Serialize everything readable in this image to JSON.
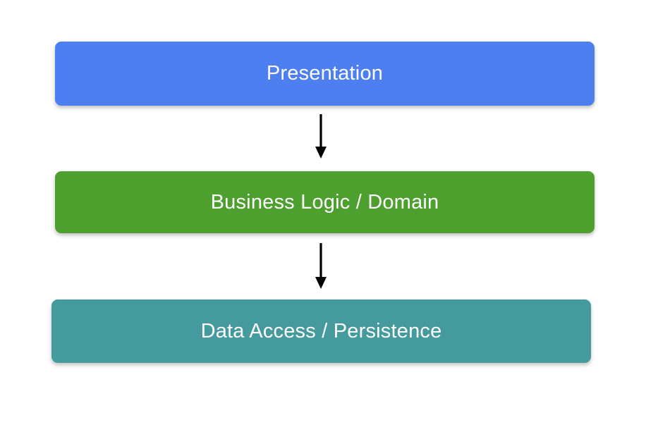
{
  "diagram": {
    "type": "layered-architecture-flow",
    "background_color": "#ffffff",
    "title": "",
    "orientation": "top-to-bottom",
    "layers": [
      {
        "id": "presentation",
        "label": "Presentation",
        "fill_color": "#4d7ff0",
        "text_color": "#ffffff"
      },
      {
        "id": "business-logic",
        "label": "Business Logic / Domain",
        "fill_color": "#4d9f2e",
        "text_color": "#ffffff"
      },
      {
        "id": "data-access",
        "label": "Data Access / Persistence",
        "fill_color": "#449a9c",
        "text_color": "#ffffff"
      }
    ],
    "connectors": [
      {
        "id": "presentation-to-business",
        "from": "presentation",
        "to": "business-logic",
        "style": "solid-arrow",
        "color": "#000000",
        "label": ""
      },
      {
        "id": "business-to-data",
        "from": "business-logic",
        "to": "data-access",
        "style": "solid-arrow",
        "color": "#000000",
        "label": ""
      }
    ]
  }
}
